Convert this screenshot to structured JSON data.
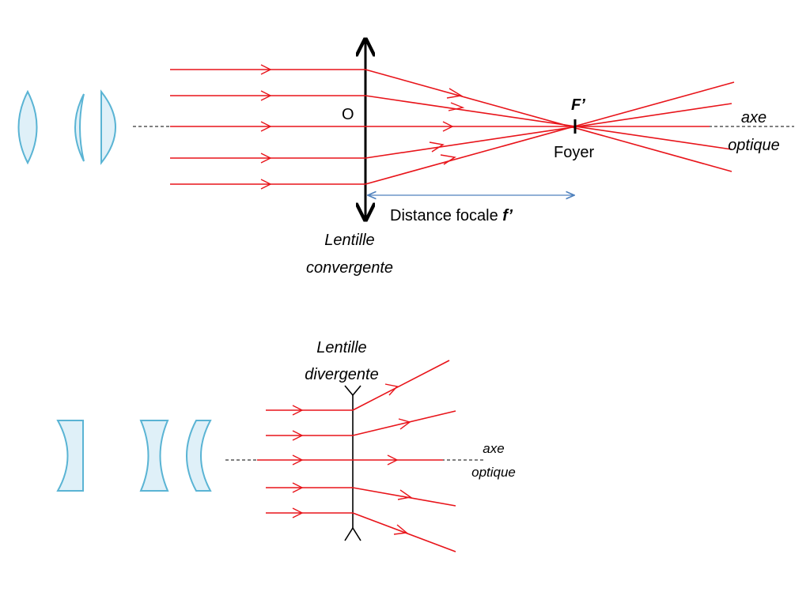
{
  "converging": {
    "center_label": "O",
    "focus_label": "F’",
    "focus_name": "Foyer",
    "focal_distance_text": "Distance focale ",
    "focal_distance_symbol": "f’",
    "lens_label_line1": "Lentille",
    "lens_label_line2": "convergente",
    "axis_label_line1": "axe",
    "axis_label_line2": "optique"
  },
  "diverging": {
    "lens_label_line1": "Lentille",
    "lens_label_line2": "divergente",
    "axis_label_line1": "axe",
    "axis_label_line2": "optique"
  },
  "colors": {
    "ray": "#e8141a",
    "lens_outline": "#5ab4d4",
    "lens_fill": "#dff0f8",
    "focal_arrow": "#4f81bd"
  }
}
